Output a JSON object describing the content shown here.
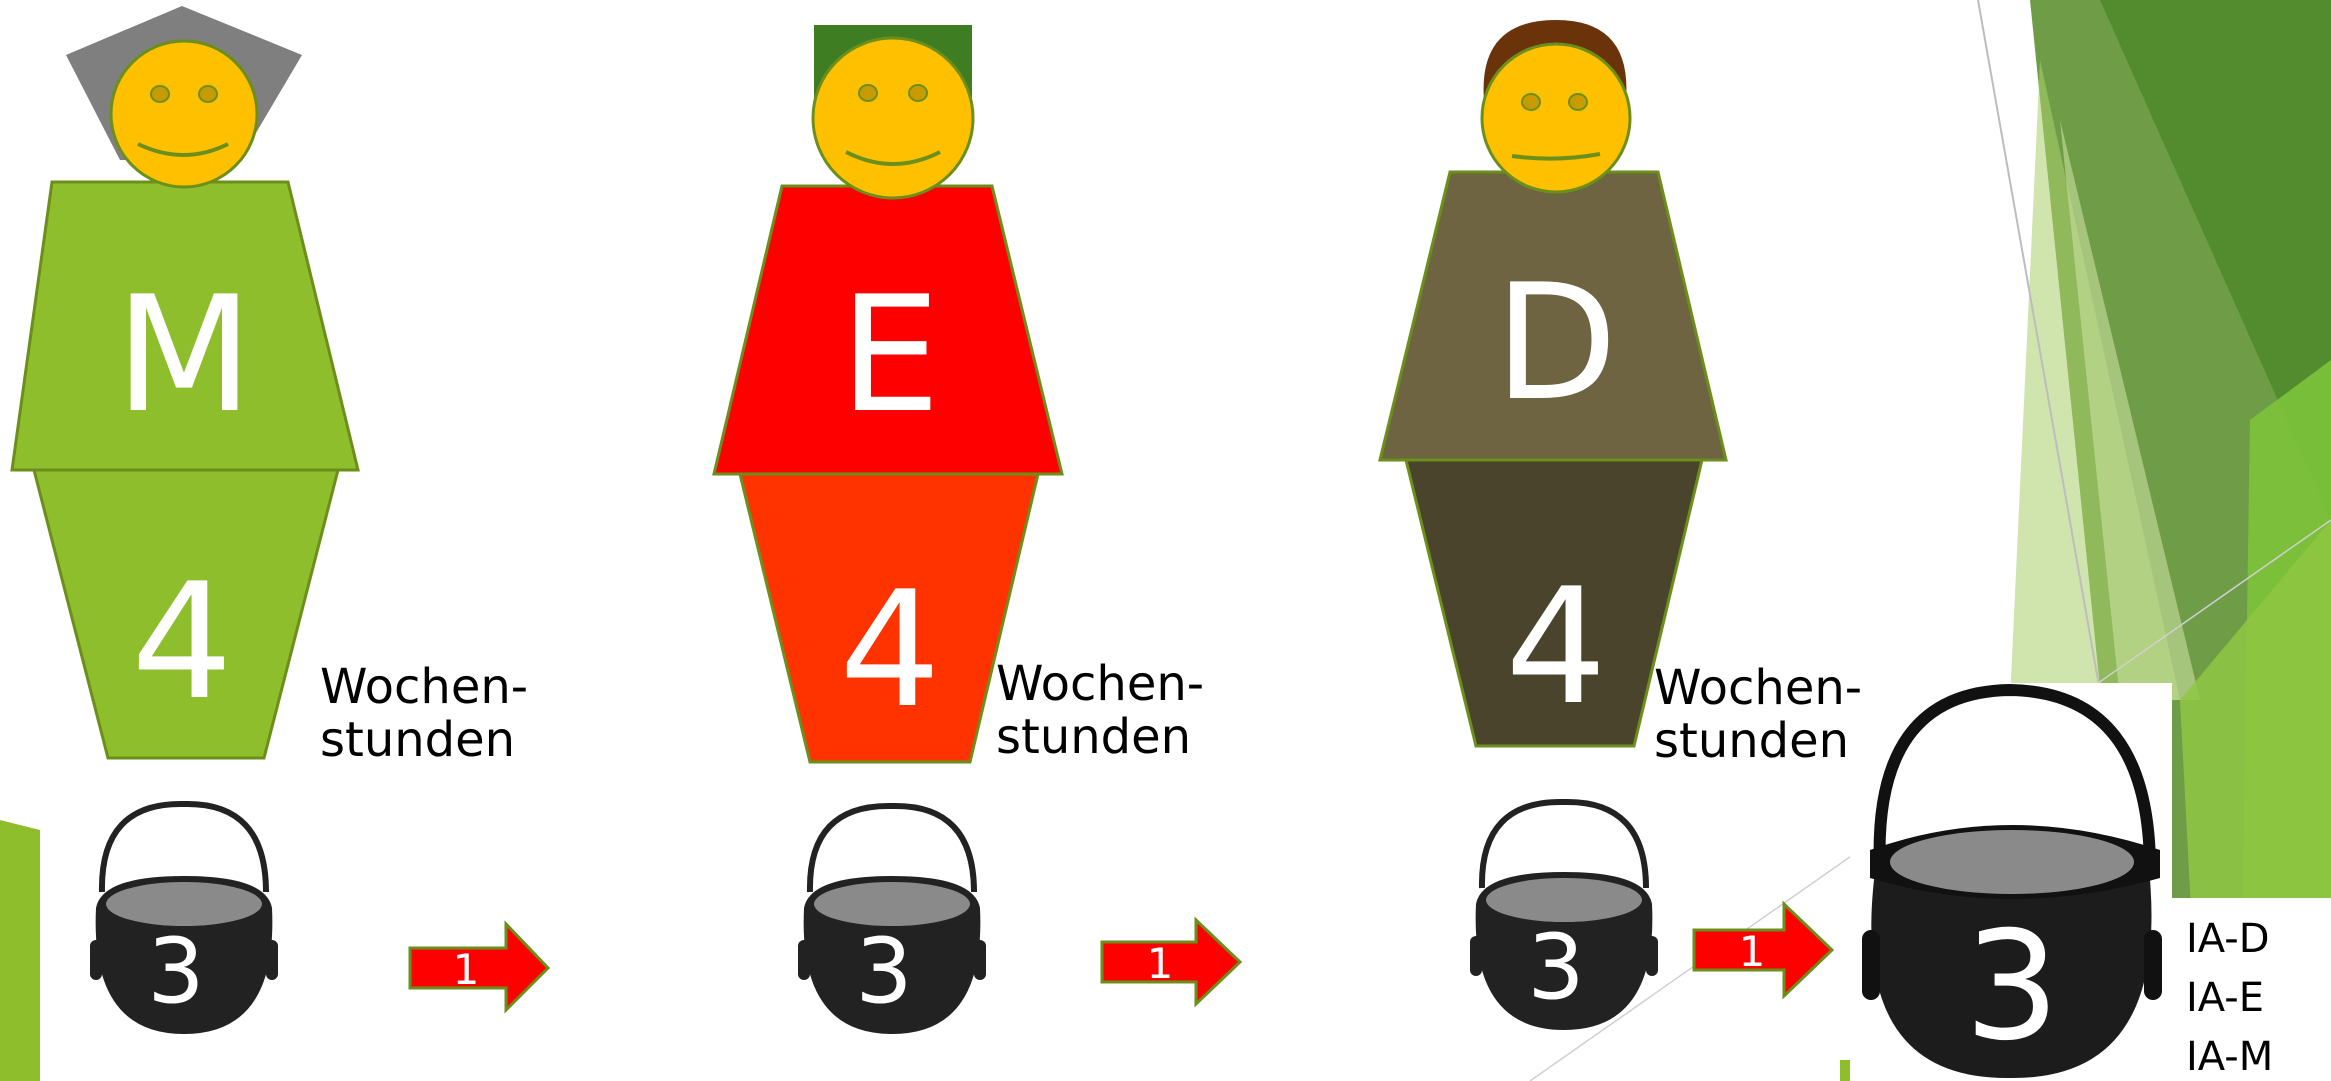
{
  "figures": [
    {
      "letter": "M",
      "hours": "4",
      "hours_label_line1": "Wochen-",
      "hours_label_line2": "stunden",
      "pot_number": "3",
      "arrow_number": "1",
      "colors": {
        "top": "#8ebe2c",
        "bottom": "#8ebe2c",
        "hat": "#7f7f7f"
      }
    },
    {
      "letter": "E",
      "hours": "4",
      "hours_label_line1": "Wochen-",
      "hours_label_line2": "stunden",
      "pot_number": "3",
      "arrow_number": "1",
      "colors": {
        "top": "#ff0000",
        "bottom": "#ff3300",
        "hat": "#3e7d22"
      }
    },
    {
      "letter": "D",
      "hours": "4",
      "hours_label_line1": "Wochen-",
      "hours_label_line2": "stunden",
      "pot_number": "3",
      "arrow_number": "1",
      "colors": {
        "top": "#6e6441",
        "bottom": "#4b442c",
        "hat": "#6b3309"
      }
    }
  ],
  "big_pot": {
    "number": "3",
    "labels": [
      "IA-D",
      "IA-E",
      "IA-M"
    ]
  },
  "colors": {
    "face": "#ffc000",
    "face_outline": "#6b8f1a",
    "arrow": "#ff0000",
    "pot": "#222222",
    "pot_rim": "#8a8a8a",
    "accent_green": "#8ebe2c"
  }
}
